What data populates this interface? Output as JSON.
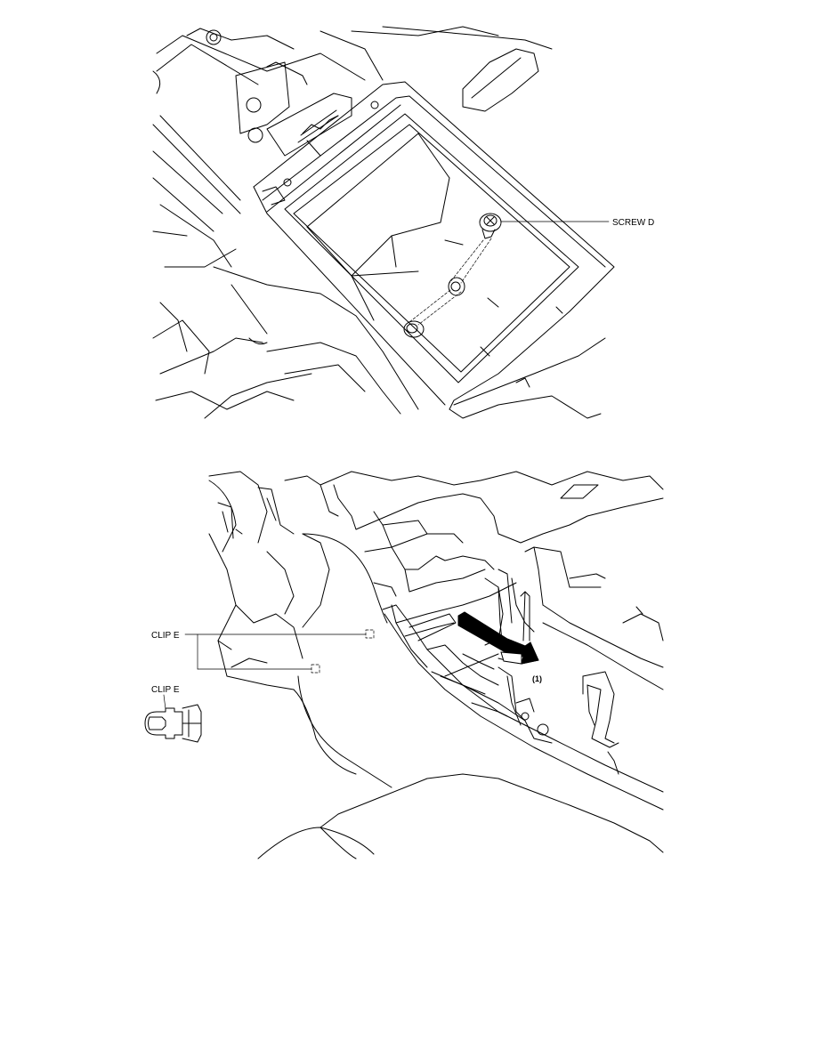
{
  "figure_top": {
    "callouts": {
      "screw_d": "SCREW D"
    }
  },
  "figure_bottom": {
    "callouts": {
      "clip_e": "CLIP E",
      "clip_e_detail": "CLIP E",
      "step_1": "(1)"
    }
  }
}
